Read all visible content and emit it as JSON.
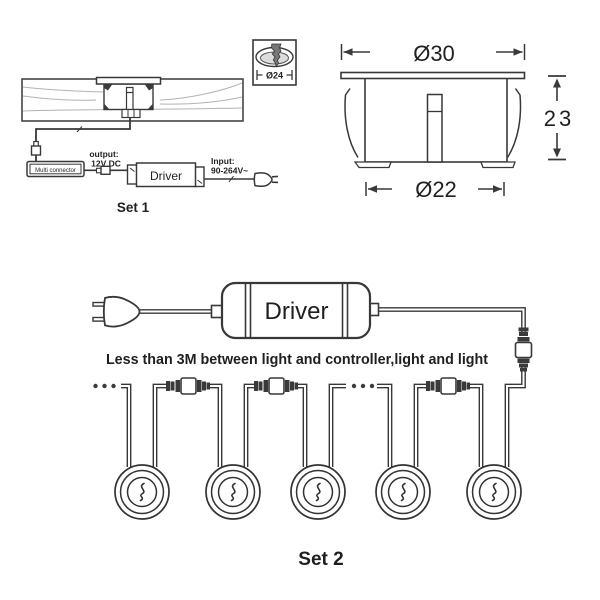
{
  "title": "Recessed deck light installation diagram",
  "colors": {
    "line": "#383838",
    "red": "#c9241f",
    "board": "#ececec"
  },
  "set1": {
    "label": "Set 1",
    "multi_connector": "Multi connector",
    "output_line1": "output:",
    "output_line2": "12V DC",
    "driver": "Driver",
    "input_line1": "Input:",
    "input_line2": "90-264V~"
  },
  "drill_hole": {
    "diameter": "Ø24"
  },
  "fixture_dims": {
    "top_diameter": "Ø30",
    "body_diameter": "Ø22",
    "height": "23"
  },
  "set2": {
    "label": "Set 2",
    "driver": "Driver",
    "note": "Less than 3M between light and controller,light and light",
    "lights_count": 5
  }
}
